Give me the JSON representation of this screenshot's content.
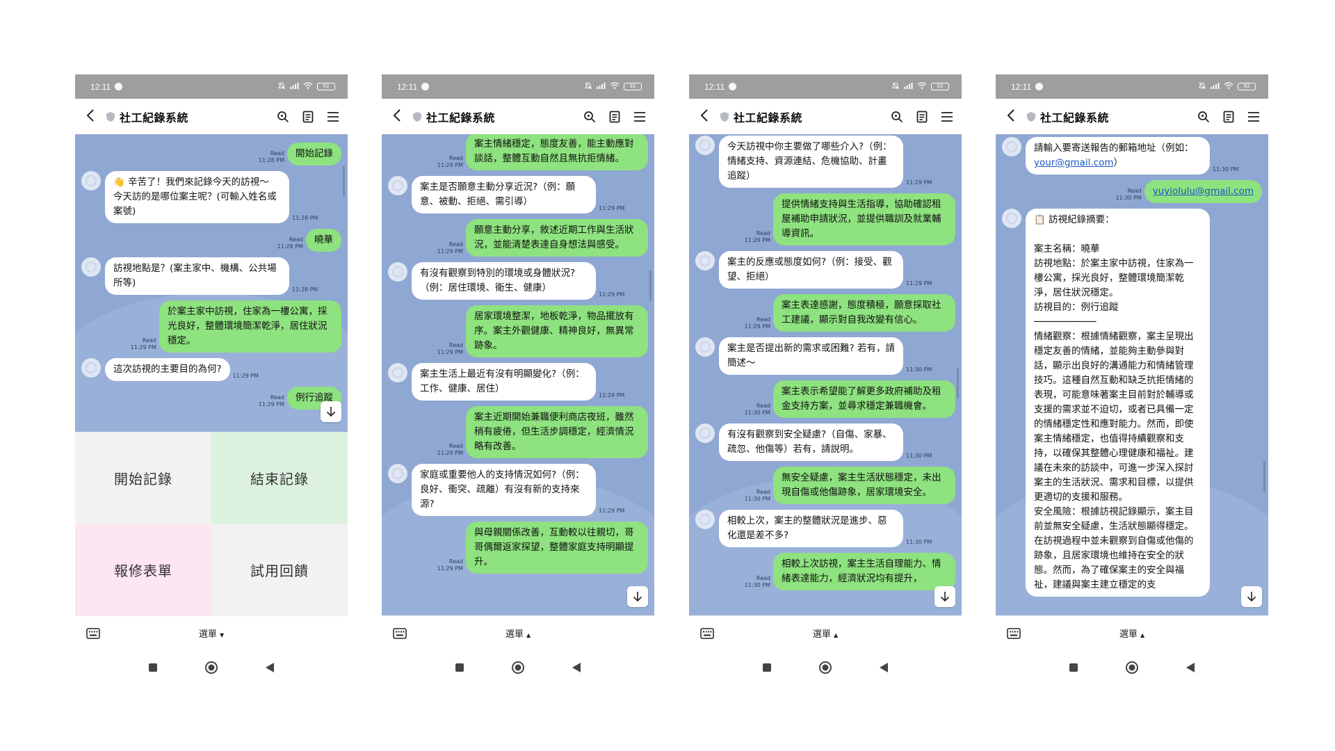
{
  "common": {
    "time": "12:11",
    "battery": "92",
    "title": "社工紀錄系統",
    "menu_label": "選單"
  },
  "colors": {
    "chat_bg": "#8fa7d3",
    "user_bubble": "#8ee27f",
    "bot_bubble": "#ffffff",
    "menu_start": "#f2f2f2",
    "menu_end": "#dcf1df",
    "menu_repair": "#fde6f2",
    "menu_trial": "#f2f2f2"
  },
  "richmenu": {
    "start": "開始記錄",
    "end": "結束記錄",
    "repair": "報修表單",
    "trial": "試用回饋"
  },
  "screens": [
    {
      "messages": [
        {
          "role": "user",
          "text": "開始記錄",
          "read": "Read",
          "time": "11:28 PM"
        },
        {
          "role": "bot",
          "text": "👋 辛苦了！我們來記錄今天的訪視～\n今天訪的是哪位案主呢？(可輸入姓名或案號)",
          "time": "11:28 PM"
        },
        {
          "role": "user",
          "text": "曉華",
          "read": "Read",
          "time": "11:28 PM"
        },
        {
          "role": "bot",
          "text": "訪視地點是？(案主家中、機構、公共場所等)",
          "time": "11:28 PM"
        },
        {
          "role": "user",
          "text": "於案主家中訪視，住家為一樓公寓，採光良好，整體環境簡潔乾淨，居住狀況穩定。",
          "read": "Read",
          "time": "11:29 PM"
        },
        {
          "role": "bot",
          "text": "這次訪視的主要目的為何?",
          "time": "11:29 PM"
        },
        {
          "role": "user",
          "text": "例行追蹤",
          "read": "Read",
          "time": "11:29 PM"
        }
      ]
    },
    {
      "messages": [
        {
          "role": "user",
          "text": "案主情緒穩定，態度友善，能主動應對談話，整體互動自然且無抗拒情緒。",
          "read": "Read",
          "time": "11:29 PM"
        },
        {
          "role": "bot",
          "text": "案主是否願意主動分享近況?（例：願意、被動、拒絕、需引導）",
          "time": "11:29 PM"
        },
        {
          "role": "user",
          "text": "願意主動分享，敘述近期工作與生活狀況，並能清楚表達自身想法與感受。",
          "read": "Read",
          "time": "11:29 PM"
        },
        {
          "role": "bot",
          "text": "有沒有觀察到特別的環境或身體狀況?（例：居住環境、衛生、健康）",
          "time": "11:29 PM"
        },
        {
          "role": "user",
          "text": "居家環境整潔，地板乾淨，物品擺放有序。案主外觀健康、精神良好，無異常跡象。",
          "read": "Read",
          "time": "11:29 PM"
        },
        {
          "role": "bot",
          "text": "案主生活上最近有沒有明顯變化?（例：工作、健康、居住）",
          "time": "11:29 PM"
        },
        {
          "role": "user",
          "text": "案主近期開始兼職便利商店夜班，雖然稍有疲倦，但生活步調穩定，經濟情況略有改善。",
          "read": "Read",
          "time": "11:29 PM"
        },
        {
          "role": "bot",
          "text": "家庭或重要他人的支持情況如何?（例：良好、衝突、疏離）有沒有新的支持來源?",
          "time": "11:29 PM"
        },
        {
          "role": "user",
          "text": "與母親關係改善，互動較以往親切，哥哥偶爾返家探望，整體家庭支持明顯提升。",
          "read": "Read",
          "time": "11:29 PM"
        }
      ]
    },
    {
      "messages": [
        {
          "role": "bot",
          "text": "今天訪視中你主要做了哪些介入?（例：情緒支持、資源連結、危機協助、計畫追蹤）",
          "time": "11:29 PM"
        },
        {
          "role": "user",
          "text": "提供情緒支持與生活指導，協助確認租屋補助申請狀況，並提供職訓及就業輔導資訊。",
          "read": "Read",
          "time": "11:29 PM"
        },
        {
          "role": "bot",
          "text": "案主的反應或態度如何?（例：接受、觀望、拒絕）",
          "time": "11:29 PM"
        },
        {
          "role": "user",
          "text": "案主表達感謝，態度積極，願意採取社工建議，顯示對自我改變有信心。",
          "read": "Read",
          "time": "11:29 PM"
        },
        {
          "role": "bot",
          "text": "案主是否提出新的需求或困難? 若有，請簡述～",
          "time": "11:30 PM"
        },
        {
          "role": "user",
          "text": "案主表示希望能了解更多政府補助及租金支持方案，並尋求穩定兼職機會。",
          "read": "Read",
          "time": "11:30 PM"
        },
        {
          "role": "bot",
          "text": "有沒有觀察到安全疑慮?（自傷、家暴、疏忽、他傷等）若有，請說明。",
          "time": "11:30 PM"
        },
        {
          "role": "user",
          "text": "無安全疑慮，案主生活狀態穩定，未出現自傷或他傷跡象，居家環境安全。",
          "read": "Read",
          "time": "11:30 PM"
        },
        {
          "role": "bot",
          "text": "相較上次，案主的整體狀況是進步、惡化還是差不多?",
          "time": "11:30 PM"
        },
        {
          "role": "user",
          "text": "相較上次訪視，案主生活自理能力、情緒表達能力，經濟狀況均有提升，",
          "read": "Read",
          "time": "11:30 PM"
        }
      ]
    },
    {
      "messages": [
        {
          "role": "bot",
          "text": "請輸入要寄送報告的郵箱地址（例如：",
          "link": "your@gmail.com",
          "tail": "）",
          "time": "11:30 PM"
        },
        {
          "role": "user",
          "link": "yuyiolulu@gmail.com",
          "read": "Read",
          "time": "11:30 PM"
        },
        {
          "role": "bot",
          "text": "📋 訪視紀錄摘要：\n\n案主名稱：曉華\n訪視地點：於案主家中訪視，住家為一樓公寓，採光良好，整體環境簡潔乾淨，居住狀況穩定。\n訪視目的：例行追蹤\n───────────\n情緒觀察：根據情緒觀察，案主呈現出穩定友善的情緒，並能夠主動參與對話，顯示出良好的溝通能力和情緒管理技巧。這種自然互動和缺乏抗拒情緒的表現，可能意味著案主目前對於輔導或支援的需求並不迫切，或者已具備一定的情緒穩定性和應對能力。然而，即使案主情緒穩定，也值得持續觀察和支持，以確保其整體心理健康和福祉。建議在未來的訪談中，可進一步深入探討案主的生活狀況、需求和目標，以提供更適切的支援和服務。\n安全風險：根據訪視記錄顯示，案主目前並無安全疑慮，生活狀態顯得穩定。在訪視過程中並未觀察到自傷或他傷的跡象，且居家環境也維持在安全的狀態。然而，為了確保案主的安全與福祉，建議與案主建立穩定的支",
          "time": ""
        }
      ]
    }
  ]
}
